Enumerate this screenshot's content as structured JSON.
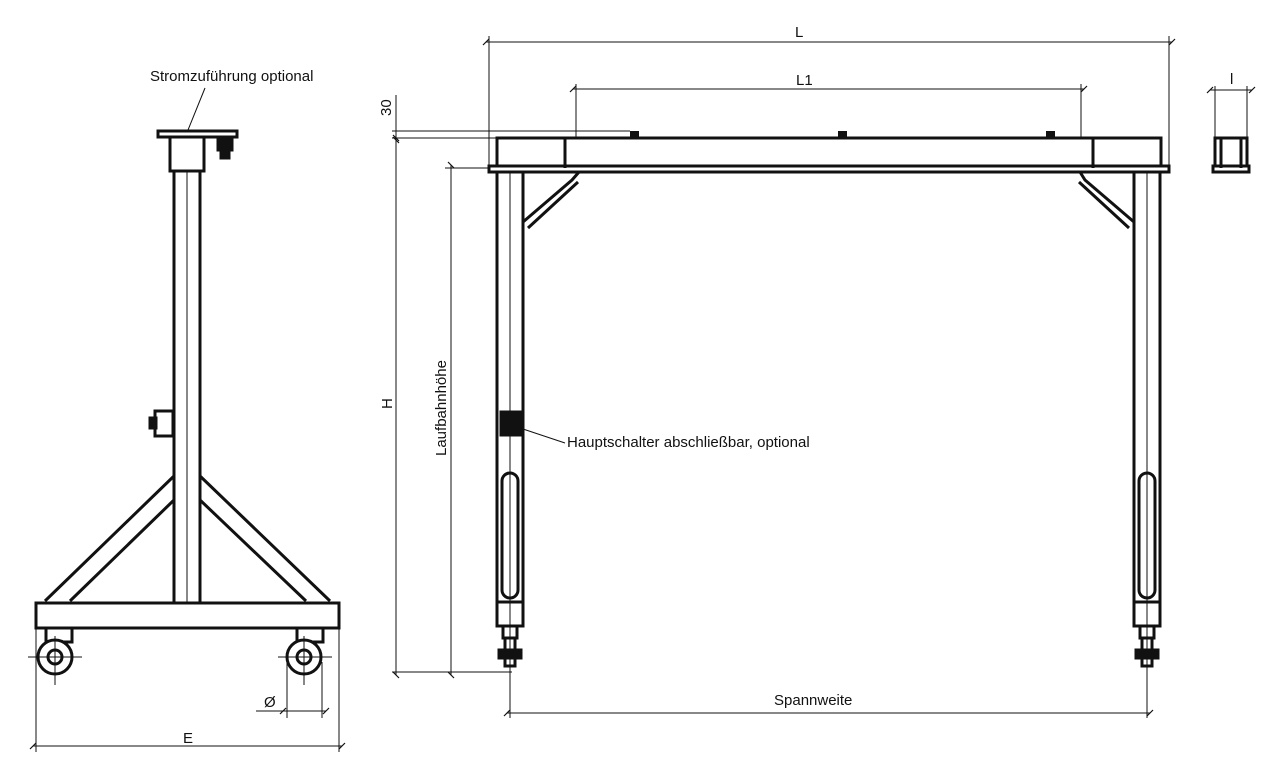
{
  "labels": {
    "power_supply_main": "Stromzuführung",
    "power_supply_suffix": " optional",
    "main_switch_main": "Hauptschalter",
    "main_switch_suffix": " abschließbar, optional",
    "dim_L": "L",
    "dim_L1": "L1",
    "dim_l": "l",
    "dim_30": "30",
    "dim_H": "H",
    "dim_runway_height": "Laufbahnhöhe",
    "dim_span": "Spannweite",
    "dim_E": "E",
    "dim_diameter": "Ø"
  },
  "colors": {
    "line": "#111111",
    "background": "#ffffff"
  }
}
